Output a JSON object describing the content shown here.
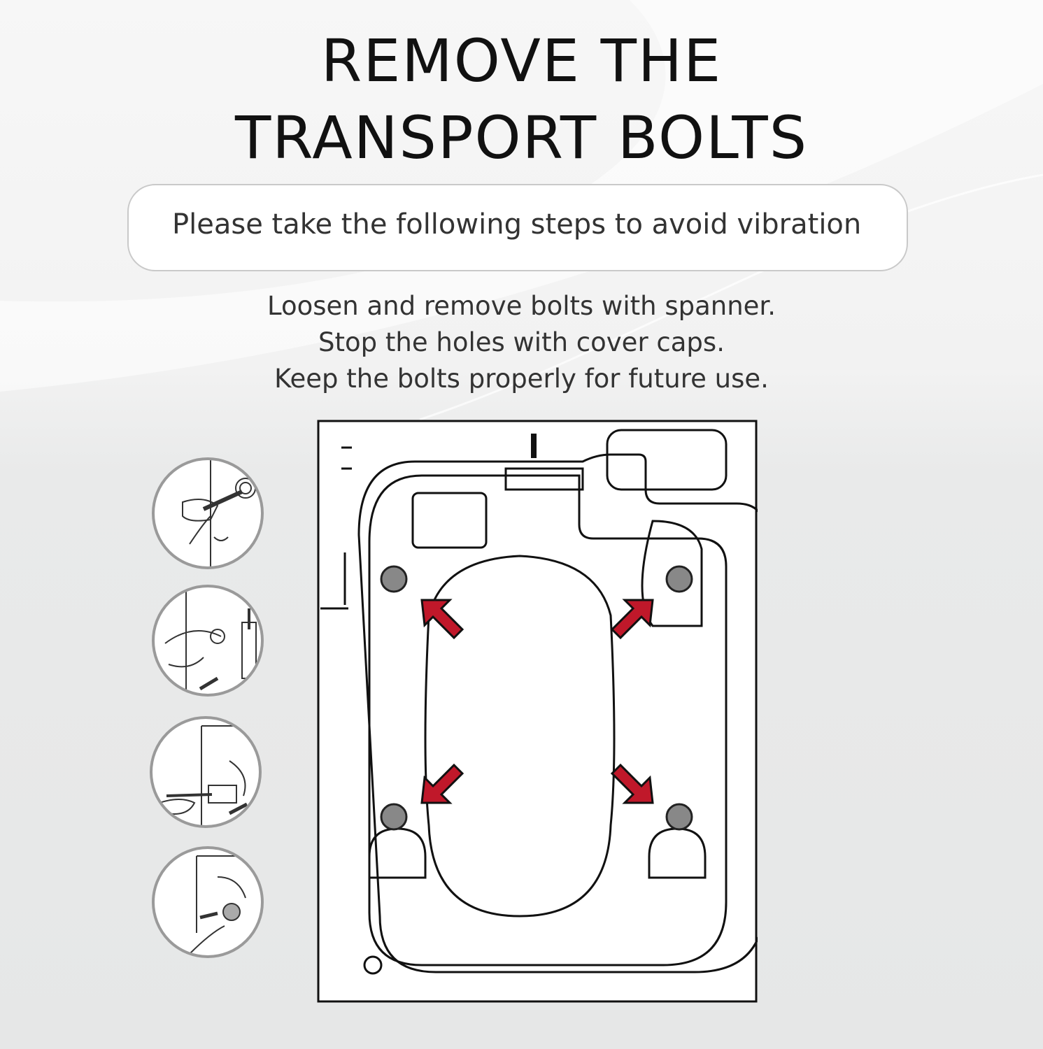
{
  "title": {
    "line1": "REMOVE THE",
    "line2": "TRANSPORT BOLTS"
  },
  "subtitle": "Please take the following steps to avoid vibration",
  "steps": [
    "Loosen and remove bolts with spanner.",
    "Stop the holes with cover caps.",
    "Keep the bolts properly for future use."
  ],
  "step_icons": [
    "loosen-bolt-icon",
    "remove-bolt-icon",
    "pull-out-bolt-icon",
    "insert-cover-cap-icon"
  ],
  "colors": {
    "arrow": "#c0182a",
    "border": "#111111",
    "circle_border": "#9a9a9a"
  }
}
